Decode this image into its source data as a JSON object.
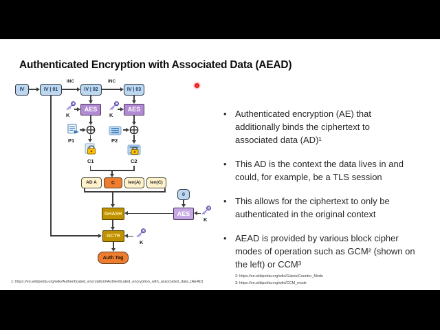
{
  "slide": {
    "title": "Authenticated Encryption with Associated Data (AEAD)",
    "bullet_glyph": "•",
    "bullets": [
      {
        "lines": [
          "Authenticated encryption (AE) that",
          "additionally binds the ciphertext to",
          "associated data (AD)¹"
        ]
      },
      {
        "lines": [
          "This AD is the context the data lives in and",
          "could, for example, be a TLS session"
        ]
      },
      {
        "lines": [
          "This allows for the ciphertext to only be",
          "authenticated in the original context"
        ]
      },
      {
        "lines": [
          "AEAD is provided by various block cipher",
          "modes of operation such as GCM² (shown on",
          "the left) or CCM³"
        ]
      }
    ],
    "footnote_left": "1: https://en.wikipedia.org/wiki/Authenticated_encryption#Authenticated_encryption_with_associated_data_(AEAD)",
    "footnotes_right": [
      "2: https://en.wikipedia.org/wiki/Galois/Counter_Mode",
      "3: https://en.wikipedia.org/wiki/CCM_mode"
    ]
  },
  "diagram": {
    "iv": "IV",
    "counter1": "IV | 01",
    "counter2": "IV | 02",
    "counter3": "IV | 03",
    "inc": "INC",
    "aes": "AES",
    "key": "K",
    "p1": "P1",
    "p2": "P2",
    "c1": "C1",
    "c2": "C2",
    "ad_a": "AD A",
    "c": "C",
    "len_a": "len(A)",
    "len_c": "len(C)",
    "zero": "0",
    "ghash": "GHASH",
    "gctr": "GCTR",
    "auth_tag": "Auth Tag"
  },
  "colors": {
    "letterbox_bars": "#000000",
    "slide_background": "#FFFFFF",
    "counter_box": "#BDD7EE",
    "aes_box": "#B28AD4",
    "aes_box_light": "#C7A6E4",
    "data_box_cream": "#FFF2CC",
    "ciphertext_orange": "#ED7D31",
    "hash_olive": "#BF9000",
    "key_icon_purple": "#978BDB",
    "laser_dot_red": "#E00000"
  },
  "icons": [
    "key-icon",
    "plaintext-doc-icon",
    "plaintext-lines-icon",
    "ciphertext-lock-icon",
    "xor-icon",
    "laser-pointer-dot"
  ]
}
